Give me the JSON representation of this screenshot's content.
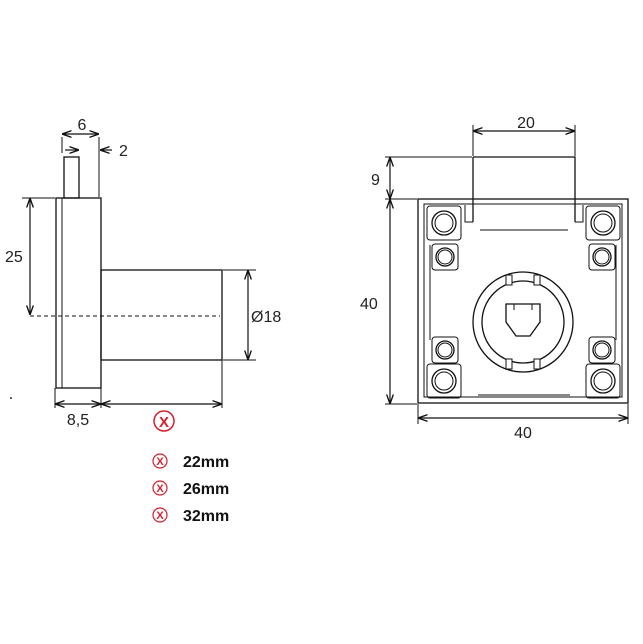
{
  "side_view": {
    "dim_shaft_width": "6",
    "dim_shaft_offset": "2",
    "dim_height": "25",
    "dim_body_diameter": "Ø18",
    "dim_plate_thickness": "8,5",
    "dim_length_marker": "X"
  },
  "front_view": {
    "dim_top_width": "20",
    "dim_top_height": "9",
    "dim_body_height": "40",
    "dim_body_width": "40"
  },
  "length_options": [
    {
      "marker": "X",
      "label": "22mm"
    },
    {
      "marker": "X",
      "label": "26mm"
    },
    {
      "marker": "X",
      "label": "32mm"
    }
  ],
  "colors": {
    "accent_red": "#d6202a",
    "line": "#111111"
  }
}
